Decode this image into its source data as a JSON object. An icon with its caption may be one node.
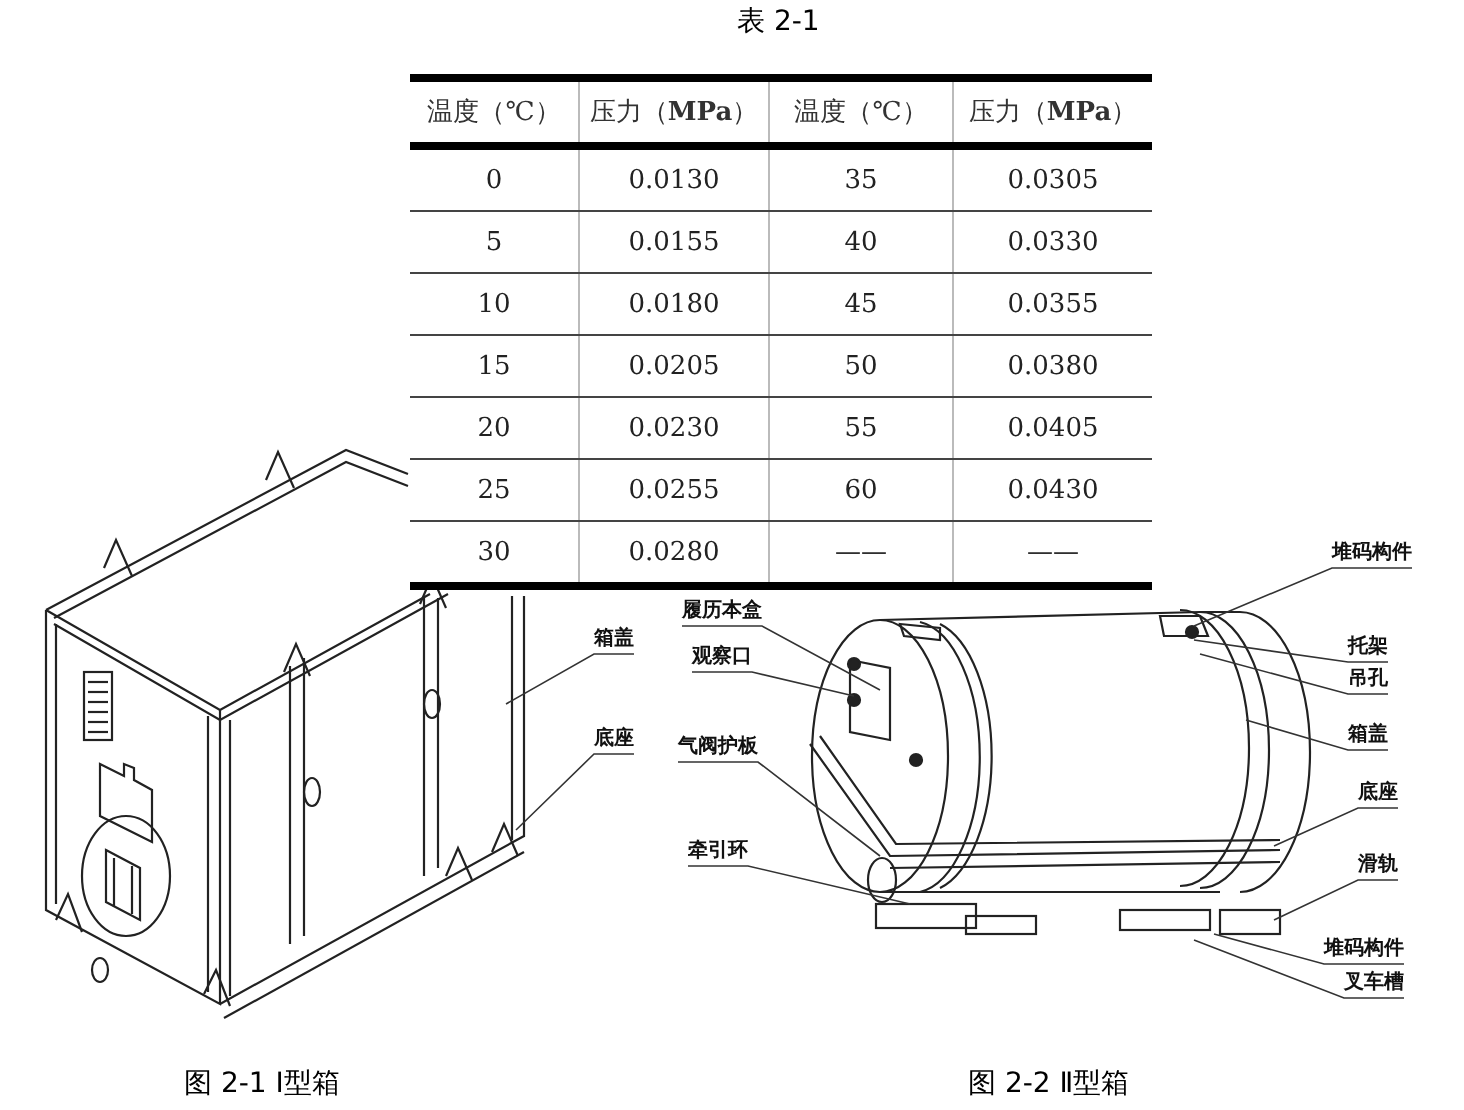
{
  "diagram": {
    "title": "表 2-1",
    "nodes": [
      {
        "text": [
          "箱盖"
        ]
      },
      {
        "text": [
          "底座"
        ]
      },
      {
        "text": [
          "履历本盒"
        ]
      },
      {
        "text": [
          "观察口"
        ]
      },
      {
        "text": [
          "气阀护板"
        ]
      },
      {
        "text": [
          "牵引环"
        ]
      },
      {
        "text": [
          "堆码构件"
        ]
      },
      {
        "text": [
          "托架"
        ]
      },
      {
        "text": [
          "吊孔"
        ]
      },
      {
        "text": [
          "箱盖"
        ]
      },
      {
        "text": [
          "底座"
        ]
      },
      {
        "text": [
          "滑轨"
        ]
      },
      {
        "text": [
          "堆码构件"
        ]
      },
      {
        "text": [
          "叉车槽"
        ]
      },
      {
        "text": [],
        "shape": "picture"
      },
      {
        "text": [],
        "shape": "picture"
      }
    ],
    "edges": [
      {
        "from": 0,
        "to": 14,
        "arrow": "none"
      },
      {
        "from": 1,
        "to": 14,
        "arrow": "none"
      },
      {
        "from": 2,
        "to": 15,
        "arrow": "none"
      },
      {
        "from": 3,
        "to": 15,
        "arrow": "none"
      },
      {
        "from": 4,
        "to": 15,
        "arrow": "none"
      },
      {
        "from": 5,
        "to": 15,
        "arrow": "none"
      },
      {
        "from": 6,
        "to": 15,
        "arrow": "none"
      },
      {
        "from": 7,
        "to": 15,
        "arrow": "none"
      },
      {
        "from": 8,
        "to": 15,
        "arrow": "none"
      },
      {
        "from": 9,
        "to": 15,
        "arrow": "none"
      },
      {
        "from": 10,
        "to": 15,
        "arrow": "none"
      },
      {
        "from": 11,
        "to": 15,
        "arrow": "none"
      },
      {
        "from": 12,
        "to": 15,
        "arrow": "none"
      },
      {
        "from": 13,
        "to": 15,
        "arrow": "none"
      }
    ],
    "labels": [
      "温度（℃）",
      "压力（**MPa**）",
      "温度（℃）",
      "压力（**MPa**）",
      "0",
      "0.0130",
      "35",
      "0.0305",
      "5",
      "0.0155",
      "40",
      "0.0330",
      "10",
      "0.0180",
      "45",
      "0.0355",
      "15",
      "0.0205",
      "50",
      "0.0380",
      "20",
      "0.0230",
      "55",
      "0.0405",
      "25",
      "0.0255",
      "60",
      "0.0430",
      "30",
      "0.0280",
      "——",
      "——",
      "图 2-1 Ⅰ型箱",
      "图 2-2 Ⅱ型箱"
    ]
  }
}
